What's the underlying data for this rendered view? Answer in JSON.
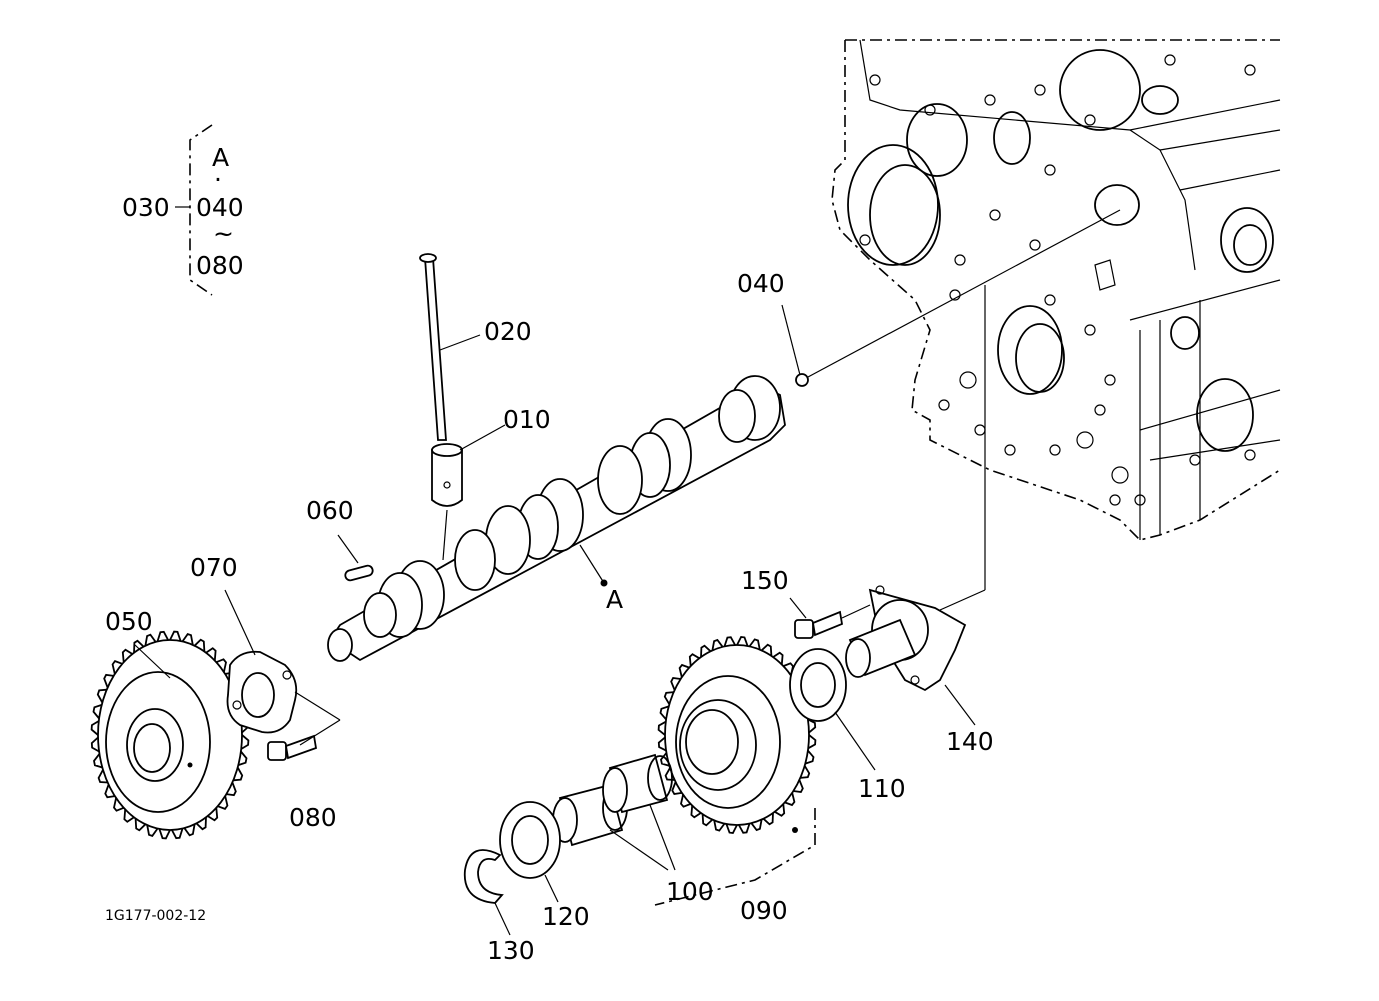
{
  "diagram": {
    "labels": {
      "p010": "010",
      "p020": "020",
      "p030": "030",
      "p040": "040",
      "p050": "050",
      "p060": "060",
      "p070": "070",
      "p080": "080",
      "p090": "090",
      "p100": "100",
      "p110": "110",
      "p120": "120",
      "p130": "130",
      "p140": "140",
      "p150": "150",
      "pointA": "A"
    },
    "bracket": {
      "top": "A",
      "dot": "·",
      "mid": "040",
      "tilde": "~",
      "bottom": "080"
    },
    "reference_code": "1G177-002-12"
  }
}
